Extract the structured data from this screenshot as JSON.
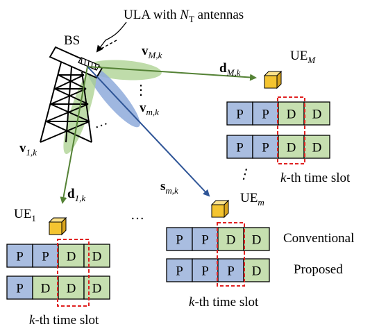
{
  "labels": {
    "ula_text": "ULA with ",
    "ula_n": "N",
    "ula_sub": "T",
    "ula_tail": " antennas",
    "bs": "BS",
    "v_M": "v",
    "v_M_sub": "M,k",
    "v_m": "v",
    "v_m_sub": "m,k",
    "v_1": "v",
    "v_1_sub": "1,k",
    "d_M": "d",
    "d_M_sub": "M,k",
    "d_1": "d",
    "d_1_sub": "1,k",
    "s_m": "s",
    "s_m_sub": "m,k",
    "ue_M": "UE",
    "ue_M_sub": "M",
    "ue_m": "UE",
    "ue_m_sub": "m",
    "ue_1": "UE",
    "ue_1_sub": "1",
    "conventional": "Conventional",
    "proposed": "Proposed",
    "slot_k": "k",
    "slot_tail": "-th time slot",
    "ellipsis": "…",
    "vdots": "⋮"
  },
  "slots": {
    "ue_M_row1": [
      "P",
      "P",
      "D",
      "D"
    ],
    "ue_M_row2": [
      "P",
      "P",
      "D",
      "D"
    ],
    "ue_m_row1": [
      "P",
      "P",
      "D",
      "D"
    ],
    "ue_m_row2": [
      "P",
      "P",
      "P",
      "D"
    ],
    "ue_1_row1": [
      "P",
      "P",
      "D",
      "D"
    ],
    "ue_1_row2": [
      "P",
      "D",
      "D",
      "D"
    ]
  },
  "colors": {
    "pilot": "#a9bde0",
    "data": "#c6dfb0",
    "highlight": "#e02020",
    "beam_green": "#a9d08e",
    "beam_blue": "#8eaadb",
    "arrow_green": "#548235",
    "arrow_blue": "#2f5597",
    "cube": "#f4c430"
  }
}
